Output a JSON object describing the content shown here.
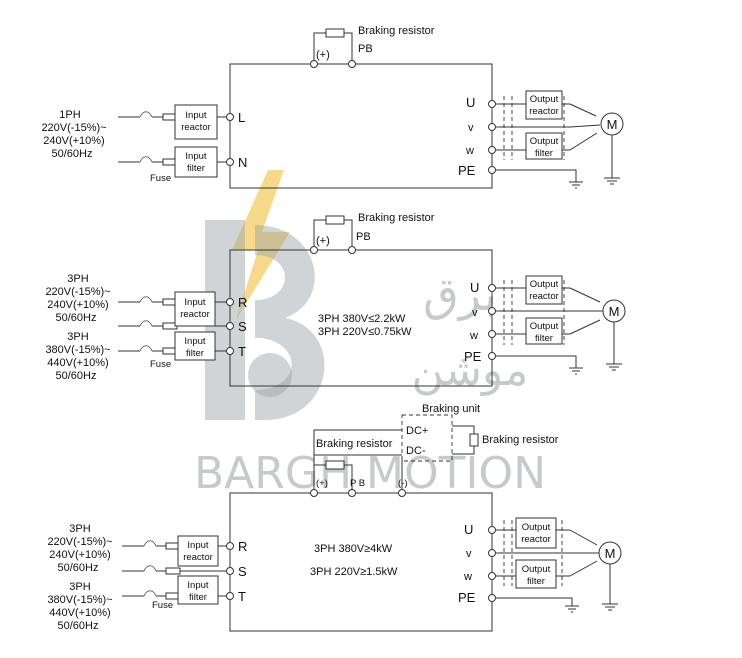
{
  "watermark": {
    "brand_latin": "BARGH MOTION",
    "brand_arabic_1": "برق",
    "brand_arabic_2": "موشن"
  },
  "diagram_1": {
    "braking_resistor_label": "Braking resistor",
    "plus_label": "(+)",
    "pb_label": "PB",
    "source": [
      "1PH",
      "220V(-15%)~",
      "240V(+10%)",
      "50/60Hz"
    ],
    "fuse_label": "Fuse",
    "input_reactor": [
      "Input",
      "reactor"
    ],
    "input_filter": [
      "Input",
      "filter"
    ],
    "terminals_in": [
      "L",
      "N"
    ],
    "terminals_out": [
      "U",
      "v",
      "w",
      "PE"
    ],
    "output_reactor": [
      "Output",
      "reactor"
    ],
    "output_filter": [
      "Output",
      "filter"
    ],
    "motor": "M"
  },
  "diagram_2": {
    "braking_resistor_label": "Braking resistor",
    "plus_label": "(+)",
    "pb_label": "PB",
    "source_a": [
      "3PH",
      "220V(-15%)~",
      "240V(+10%)",
      "50/60Hz"
    ],
    "source_b": [
      "3PH",
      "380V(-15%)~",
      "440V(+10%)",
      "50/60Hz"
    ],
    "fuse_label": "Fuse",
    "input_reactor": [
      "Input",
      "reactor"
    ],
    "input_filter": [
      "Input",
      "filter"
    ],
    "terminals_in": [
      "R",
      "S",
      "T"
    ],
    "terminals_out": [
      "U",
      "v",
      "w",
      "PE"
    ],
    "output_reactor": [
      "Output",
      "reactor"
    ],
    "output_filter": [
      "Output",
      "filter"
    ],
    "motor": "M",
    "rating_1": "3PH 380V≤2.2kW",
    "rating_2": "3PH 220V≤0.75kW"
  },
  "diagram_3": {
    "braking_unit_label": "Braking unit",
    "dc_plus": "DC+",
    "dc_minus": "DC-",
    "braking_resistor_unit_label": "Braking resistor",
    "braking_resistor_label": "Braking resistor",
    "plus_label": "(+)",
    "pb_label": "P B",
    "minus_label": "(-)",
    "source_a": [
      "3PH",
      "220V(-15%)~",
      "240V(+10%)",
      "50/60Hz"
    ],
    "source_b": [
      "3PH",
      "380V(-15%)~",
      "440V(+10%)",
      "50/60Hz"
    ],
    "fuse_label": "Fuse",
    "input_reactor": [
      "Input",
      "reactor"
    ],
    "input_filter": [
      "Input",
      "filter"
    ],
    "terminals_in": [
      "R",
      "S",
      "T"
    ],
    "terminals_out": [
      "U",
      "v",
      "w",
      "PE"
    ],
    "output_reactor": [
      "Output",
      "reactor"
    ],
    "output_filter": [
      "Output",
      "filter"
    ],
    "motor": "M",
    "rating_1": "3PH 380V≥4kW",
    "rating_2": "3PH 220V≥1.5kW"
  }
}
